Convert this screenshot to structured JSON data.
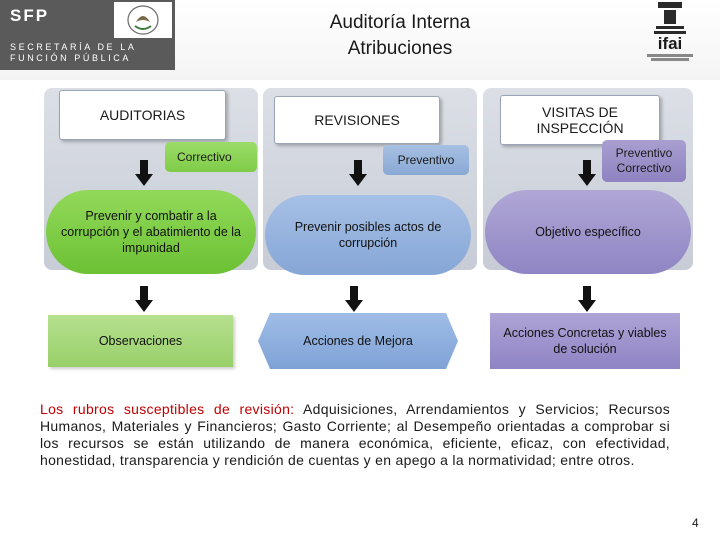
{
  "header": {
    "logo_text": "SFP",
    "secretaria_line1": "SECRETARÍA DE LA",
    "secretaria_line2": "FUNCIÓN PÚBLICA",
    "title_line1": "Auditoría Interna",
    "title_line2": "Atribuciones",
    "right_logo_text": "ifai"
  },
  "columns": [
    {
      "heading": "AUDITORIAS",
      "tag": "Correctivo",
      "purpose": "Prevenir y combatir a la corrupción y  el abatimiento de la impunidad",
      "result": "Observaciones"
    },
    {
      "heading": "REVISIONES",
      "tag": "Preventivo",
      "purpose": "Prevenir posibles actos de corrupción",
      "result": "Acciones de Mejora"
    },
    {
      "heading": "VISITAS DE INSPECCIÓN",
      "tag": "Preventivo Correctivo",
      "purpose": "Objetivo específico",
      "result": "Acciones Concretas y viables de solución"
    }
  ],
  "paragraph": {
    "lead": "Los rubros susceptibles de revisión:",
    "body": " Adquisiciones, Arrendamientos y Servicios; Recursos Humanos, Materiales y Financieros; Gasto Corriente; al Desempeño orientadas a comprobar si los recursos se están utilizando de manera económica, eficiente, eficaz, con efectividad, honestidad, transparencia y rendición de cuentas y en apego a la normatividad; entre otros."
  },
  "page_number": "4",
  "colors": {
    "green": "#7fcc47",
    "blue": "#89a8d4",
    "purple": "#8e83c0",
    "lead_red": "#c00000"
  }
}
